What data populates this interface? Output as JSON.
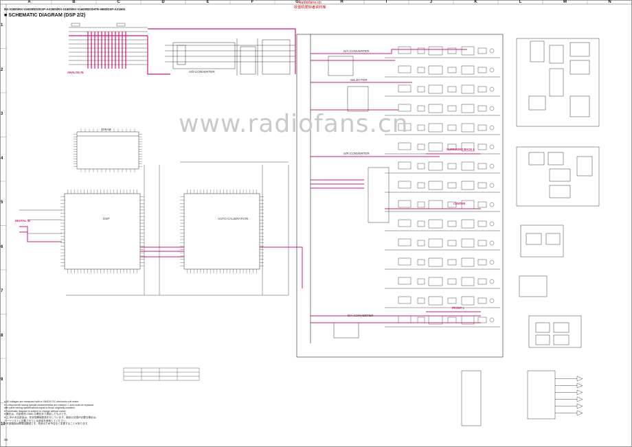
{
  "header": {
    "model_line": "RX-V2600/RX-V2600RDS/DSP-AX2600/RX-V1600/RX-V1600RDS/HTR-5990/DSP-AX1600",
    "title": "■ SCHEMATIC DIAGRAM (DSP 2/2)",
    "stamp_line1": "Radiofans.cn",
    "stamp_line2": "收音机爱好者资料库"
  },
  "grid": {
    "columns": [
      "A",
      "B",
      "C",
      "D",
      "E",
      "F",
      "G",
      "H",
      "I",
      "J",
      "K",
      "L",
      "M",
      "N"
    ],
    "rows": [
      "1",
      "2",
      "3",
      "4",
      "5",
      "6",
      "7",
      "8",
      "9",
      "10"
    ]
  },
  "labels": {
    "analog_in": "ANALOG IN",
    "digital_in": "DIGITAL IN",
    "ad_converter": "A/D CONVERTER",
    "da_converter_top": "D/A CONVERTER",
    "selector": "SELECTOR",
    "sr_converter": "S/R CONVERTER",
    "da_converter_bottom": "D/A CONVERTER",
    "dram": "DRAM",
    "dsp": "DSP",
    "auto_calibration": "AUTO CALIBRATION",
    "surround_back_l": "SURROUND BACK L",
    "center": "CENTER",
    "front_l": "FRONT L"
  },
  "watermark": "www.radiofans.cn",
  "notes": [
    "● All voltages are measured with a 10MΩ/V DC electronic volt meter.",
    "● Components having special characteristics are marked ⚠ and must be replaced",
    "   with parts having specifications equal to those originally installed.",
    "● Schematic diagram is subject to change without notice.",
    "● 電圧は、内部抵抗 10MΩ の電圧計で測定したものです。",
    "● ⚠ 印のある部品は、安全性確保部品を示しています。部品の交換が必要な場合は、",
    "   パーツリストに記載されている部品を使用してください。",
    "● 本回路図は標準回路図です。改良のため予告なく変更することがあります。"
  ],
  "page_number": "36",
  "colors": {
    "signal_trace": "#d4147a",
    "wire": "#222222",
    "stamp": "#c00000",
    "watermark": "#c9c9c9"
  }
}
